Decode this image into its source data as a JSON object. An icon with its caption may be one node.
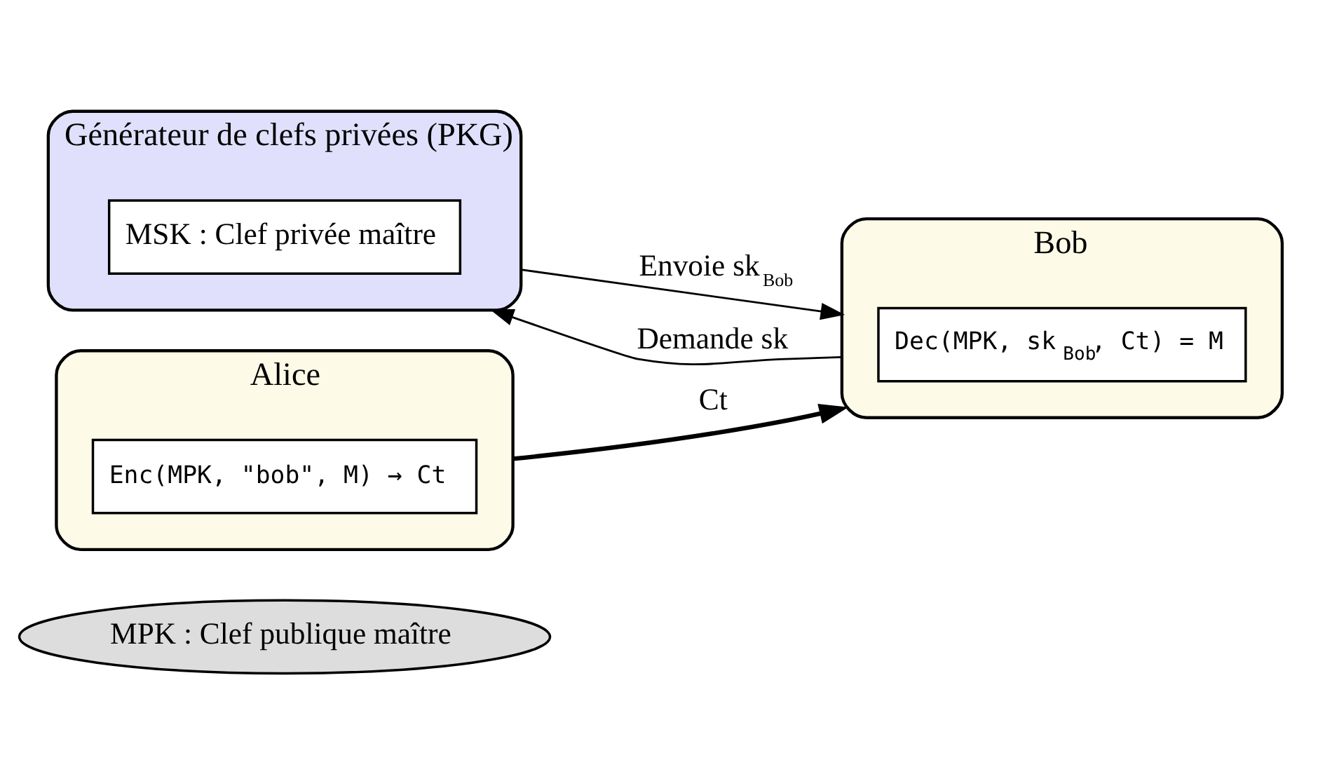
{
  "diagram": {
    "nodes": [
      {
        "text": [
          "MPK : Clef publique maître"
        ]
      },
      {
        "text": [
          "Générateur de clefs privées (PKG)"
        ]
      },
      {
        "text": [
          "MSK : Clef privée maître"
        ],
        "in": 1
      },
      {
        "text": [
          "Alice"
        ]
      },
      {
        "text": [
          "Enc(MPK, \"bob\", M) → Ct"
        ],
        "in": 3
      },
      {
        "text": [
          "Bob"
        ]
      },
      {
        "text": [
          "Dec(MPK, sk$_{Bob}$, Ct) = M"
        ],
        "in": 5
      }
    ],
    "edges": [
      {
        "from": 1,
        "to": 5,
        "arrow": "to",
        "label": "Envoie sk$_{Bob}$"
      },
      {
        "from": 5,
        "to": 1,
        "arrow": "to",
        "label": "Demande sk"
      },
      {
        "from": 3,
        "to": 5,
        "arrow": "to",
        "label": "Ct",
        "style": "thick"
      }
    ]
  }
}
